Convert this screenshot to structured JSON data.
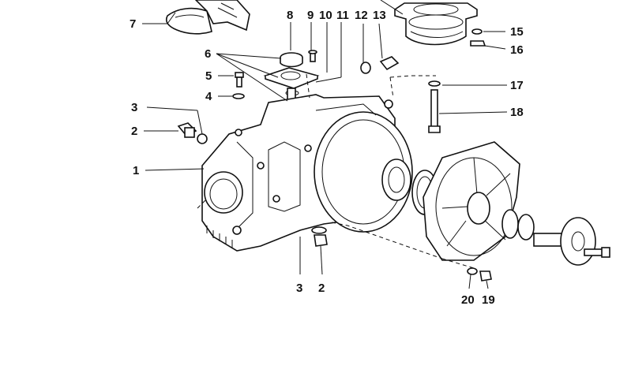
{
  "callouts": {
    "c1": "1",
    "c2": "2",
    "c2b": "2",
    "c3": "3",
    "c3b": "3",
    "c4": "4",
    "c5": "5",
    "c6": "6",
    "c7": "7",
    "c8": "8",
    "c9": "9",
    "c10": "10",
    "c11": "11",
    "c12": "12",
    "c13": "13",
    "c15": "15",
    "c16": "16",
    "c17": "17",
    "c18": "18",
    "c19": "19",
    "c20": "20"
  },
  "colors": {
    "line": "#111111",
    "background": "#ffffff"
  }
}
